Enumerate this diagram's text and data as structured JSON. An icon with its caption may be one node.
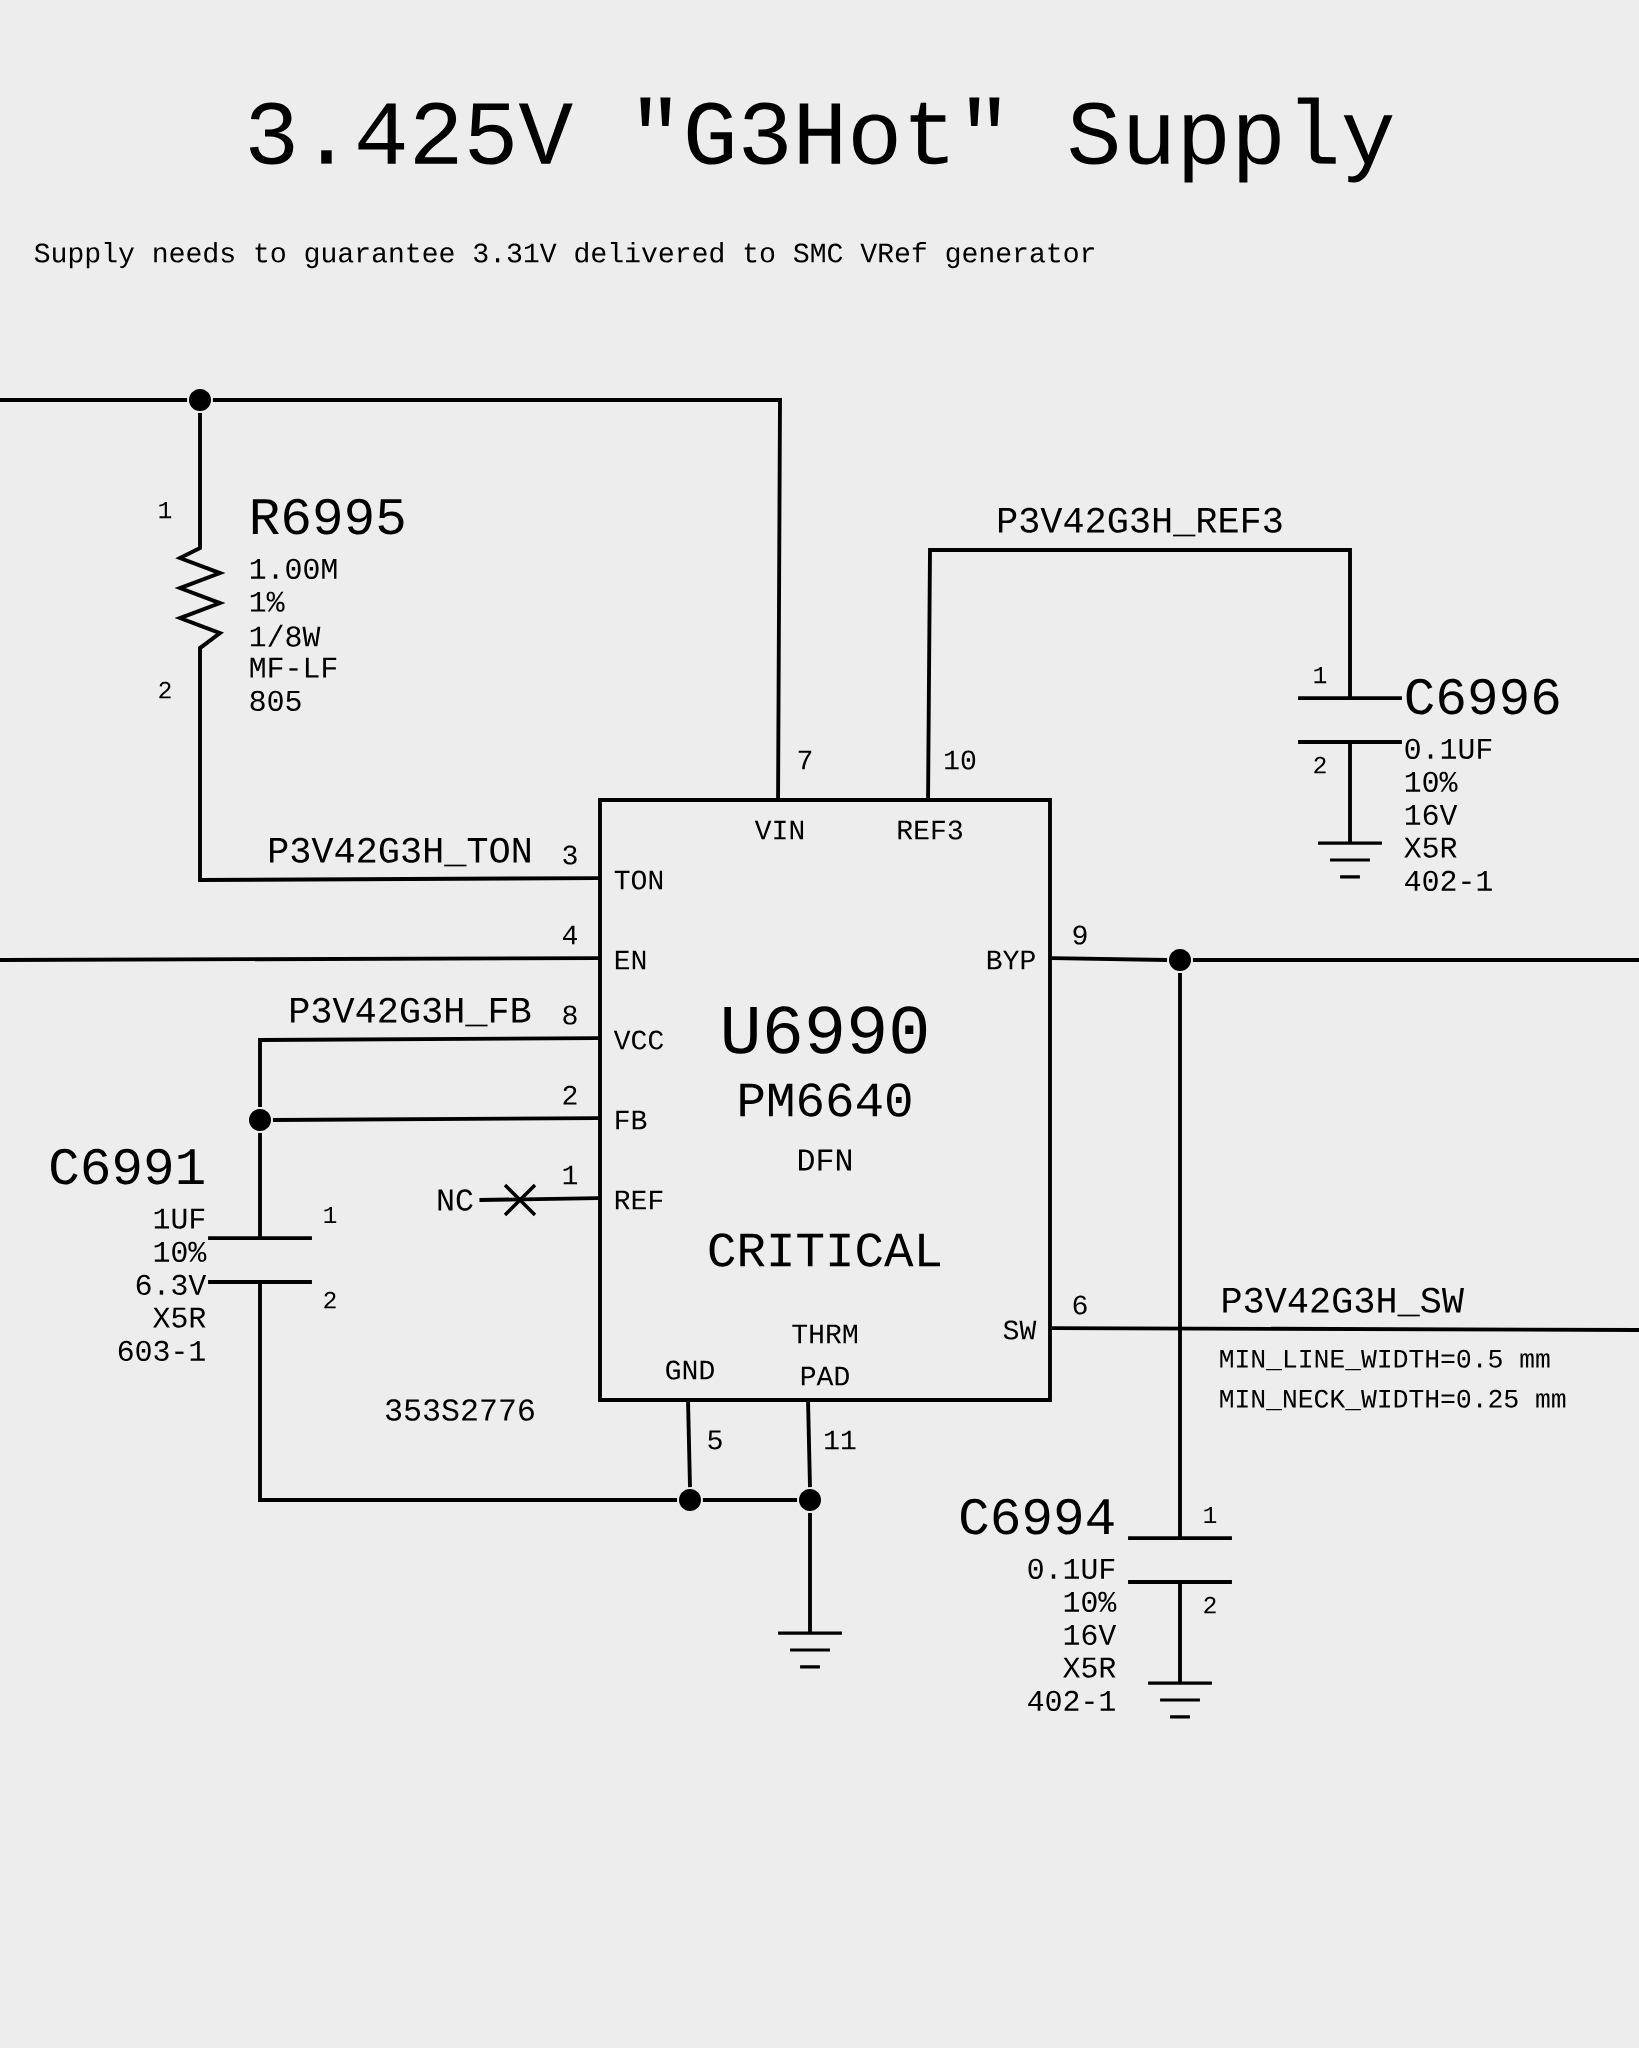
{
  "diagram": {
    "title": "3.425V \"G3Hot\" Supply",
    "nodes": [
      {
        "text": [
          "U6990",
          "PM6640",
          "DFN",
          "CRITICAL"
        ],
        "beside": [
          "353S2776"
        ]
      },
      {
        "text": [],
        "shape": "resistor",
        "beside": [
          "R6995",
          "1.00M",
          "1%",
          "1/8W",
          "MF-LF",
          "805"
        ]
      },
      {
        "text": [],
        "shape": "capacitor",
        "beside": [
          "C6991",
          "1UF",
          "10%",
          "6.3V",
          "X5R",
          "603-1"
        ]
      },
      {
        "text": [],
        "shape": "capacitor",
        "beside": [
          "C6996",
          "0.1UF",
          "10%",
          "16V",
          "X5R",
          "402-1"
        ]
      },
      {
        "text": [],
        "shape": "capacitor",
        "beside": [
          "C6994",
          "0.1UF",
          "10%",
          "16V",
          "X5R",
          "402-1"
        ]
      },
      {
        "text": [],
        "shape": "dot"
      },
      {
        "text": [],
        "shape": "dot"
      },
      {
        "text": [],
        "shape": "dot"
      },
      {
        "text": [],
        "shape": "dot"
      },
      {
        "text": [],
        "shape": "dot"
      },
      {
        "text": [],
        "shape": "ground"
      },
      {
        "text": [],
        "shape": "ground"
      },
      {
        "text": [],
        "shape": "ground"
      },
      {
        "text": [
          "NC"
        ]
      }
    ],
    "edges": [
      {
        "from": null,
        "to": 5,
        "arrow": "none"
      },
      {
        "from": 5,
        "to": 0,
        "arrow": "none"
      },
      {
        "from": 5,
        "to": 1,
        "arrow": "none"
      },
      {
        "from": 1,
        "to": 0,
        "arrow": "none",
        "label": "P3V42G3H_TON"
      },
      {
        "from": null,
        "to": 0,
        "arrow": "none"
      },
      {
        "from": 0,
        "to": 6,
        "arrow": "none",
        "label": "P3V42G3H_FB"
      },
      {
        "from": 6,
        "to": 0,
        "arrow": "none"
      },
      {
        "from": 6,
        "to": 2,
        "arrow": "none"
      },
      {
        "from": 2,
        "to": 7,
        "arrow": "none"
      },
      {
        "from": 0,
        "to": 7,
        "arrow": "none"
      },
      {
        "from": 7,
        "to": 8,
        "arrow": "none"
      },
      {
        "from": 0,
        "to": 8,
        "arrow": "none"
      },
      {
        "from": 8,
        "to": 11,
        "arrow": "none"
      },
      {
        "from": 0,
        "to": 13,
        "arrow": "none"
      },
      {
        "from": 0,
        "to": 3,
        "arrow": "none",
        "label": "P3V42G3H_REF3"
      },
      {
        "from": 3,
        "to": 10,
        "arrow": "none"
      },
      {
        "from": 0,
        "to": 9,
        "arrow": "none"
      },
      {
        "from": 9,
        "to": null,
        "arrow": "none"
      },
      {
        "from": 9,
        "to": 4,
        "arrow": "none"
      },
      {
        "from": 4,
        "to": 12,
        "arrow": "none"
      },
      {
        "from": 0,
        "to": null,
        "arrow": "none",
        "label": "P3V42G3H_SW"
      }
    ],
    "labels": [
      "Supply needs to guarantee 3.31V delivered to SMC VRef generator",
      "1",
      "2",
      "3",
      "TON",
      "4",
      "EN",
      "8",
      "VCC",
      "2",
      "FB",
      "1",
      "REF",
      "7",
      "VIN",
      "10",
      "REF3",
      "BYP",
      "9",
      "GND",
      "5",
      "THRM PAD",
      "11",
      "SW",
      "6",
      "1",
      "2",
      "1",
      "2",
      "1",
      "2",
      "MIN_LINE_WIDTH=0.5 mm",
      "MIN_NECK_WIDTH=0.25 mm"
    ]
  }
}
